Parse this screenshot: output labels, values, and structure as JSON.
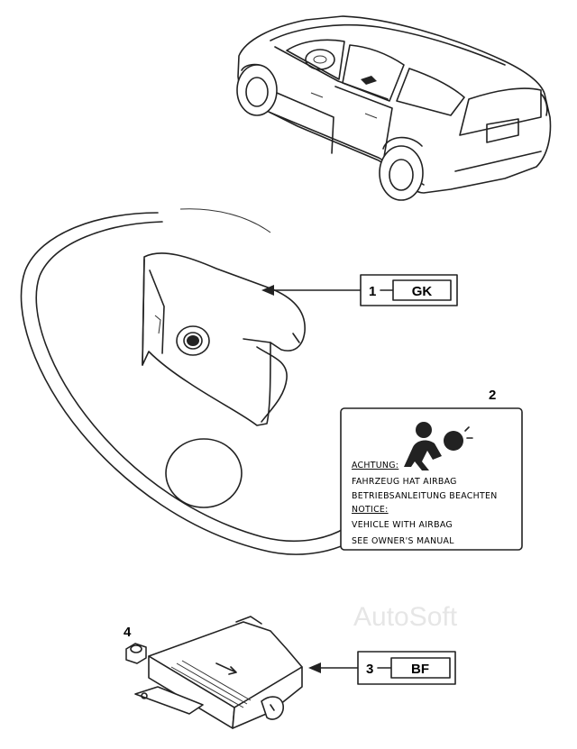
{
  "callouts": [
    {
      "number": "1",
      "code": "GK"
    },
    {
      "number": "3",
      "code": "BF"
    }
  ],
  "part_numbers": {
    "label": "2",
    "nut": "4"
  },
  "warning_label": {
    "icon": "airbag-person-icon",
    "lines": [
      "ACHTUNG:",
      "FAHRZEUG HAT AIRBAG",
      "BETRIEBSANLEITUNG BEACHTEN",
      "NOTICE:",
      "VEHICLE WITH AIRBAG",
      "SEE OWNER'S MANUAL"
    ]
  },
  "watermark": "AutoSoft",
  "colors": {
    "line": "#222222",
    "background": "#ffffff",
    "watermark": "#e6e6e6"
  }
}
